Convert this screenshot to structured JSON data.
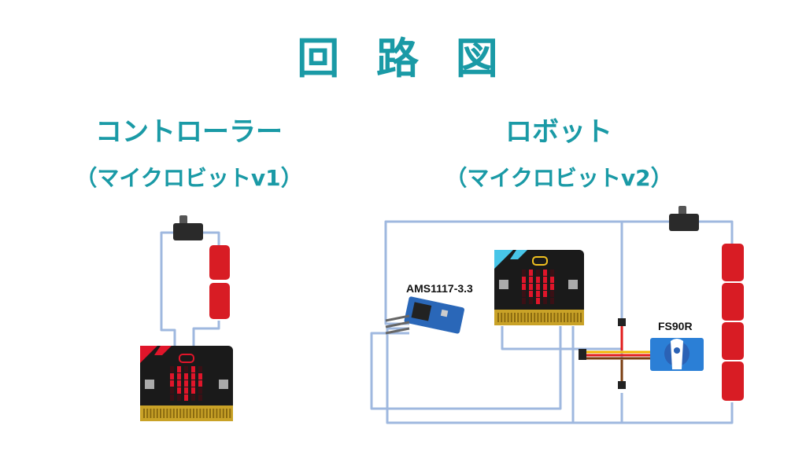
{
  "title": "回 路 図",
  "controller": {
    "heading": "コントローラー",
    "sub": "（マイクロビットv1）"
  },
  "robot": {
    "heading": "ロボット",
    "sub": "（マイクロビットv2）"
  },
  "components": {
    "regulator_label": "AMS1117-3.3",
    "servo_label": "FS90R"
  },
  "colors": {
    "title": "#1a9aa6",
    "wire": "#9fb8df",
    "battery": "#d81c24",
    "led": "#e0152a",
    "board": "#1a1a1a",
    "gold": "#c9a227"
  }
}
